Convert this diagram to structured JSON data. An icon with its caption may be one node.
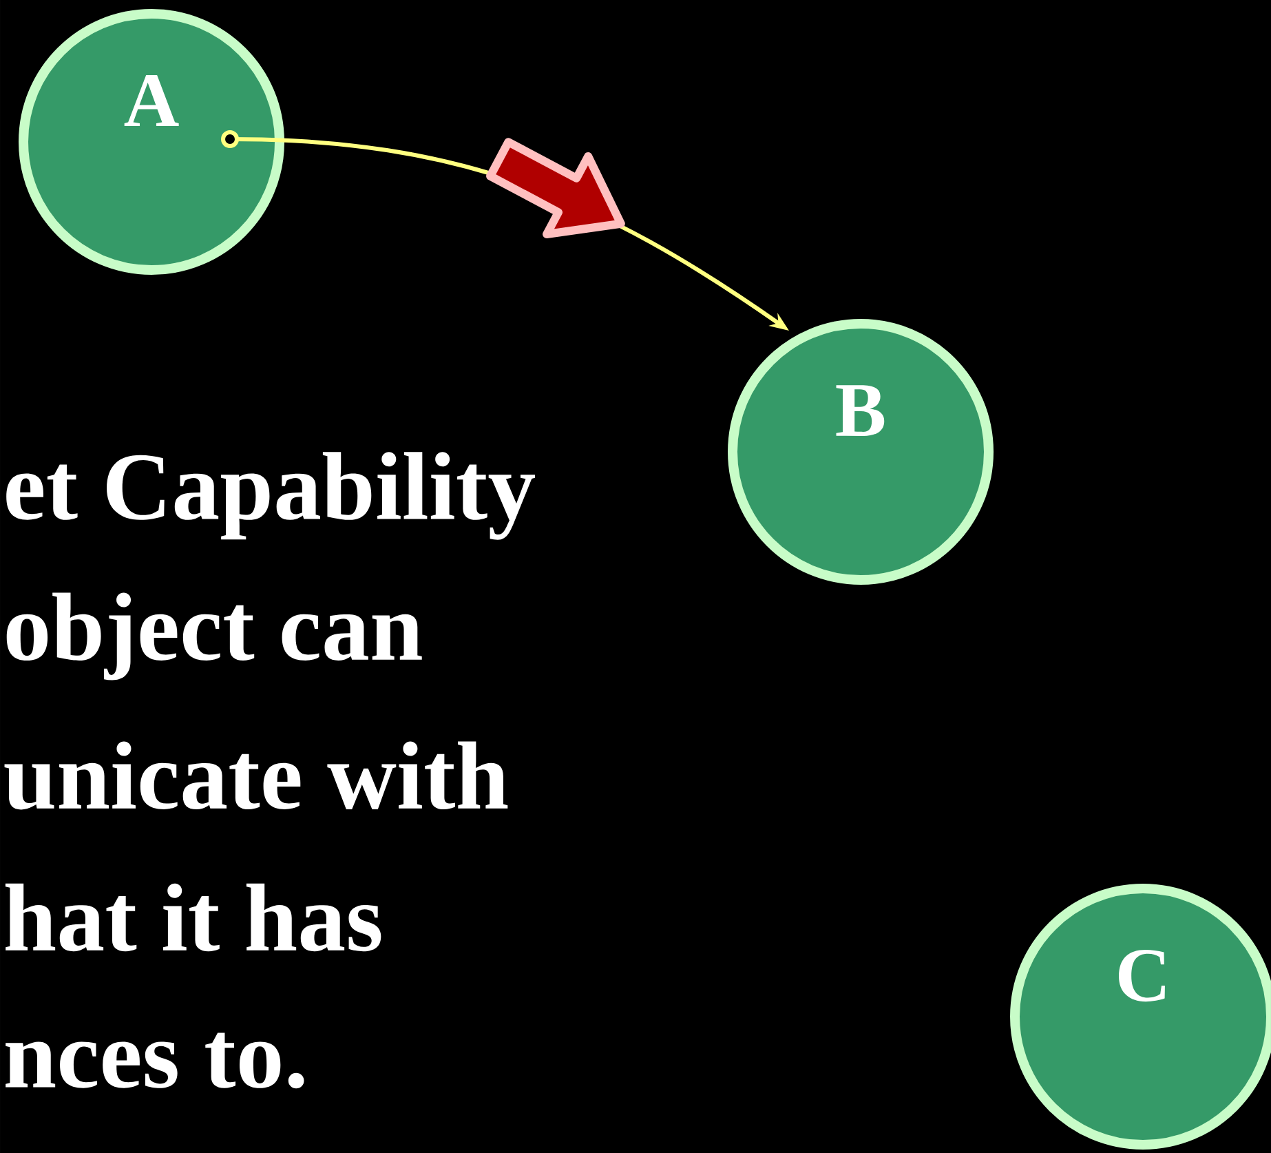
{
  "diagram": {
    "nodes": [
      {
        "text": [
          "A"
        ]
      },
      {
        "text": [
          "B"
        ]
      },
      {
        "text": [
          "C"
        ]
      }
    ],
    "edges": [
      {
        "from": 0,
        "to": 1,
        "arrow": "to",
        "color": "#ffff80"
      }
    ],
    "labels": [
      "et Capability",
      "object can",
      "unicate with",
      "hat it has",
      "nces to."
    ]
  }
}
